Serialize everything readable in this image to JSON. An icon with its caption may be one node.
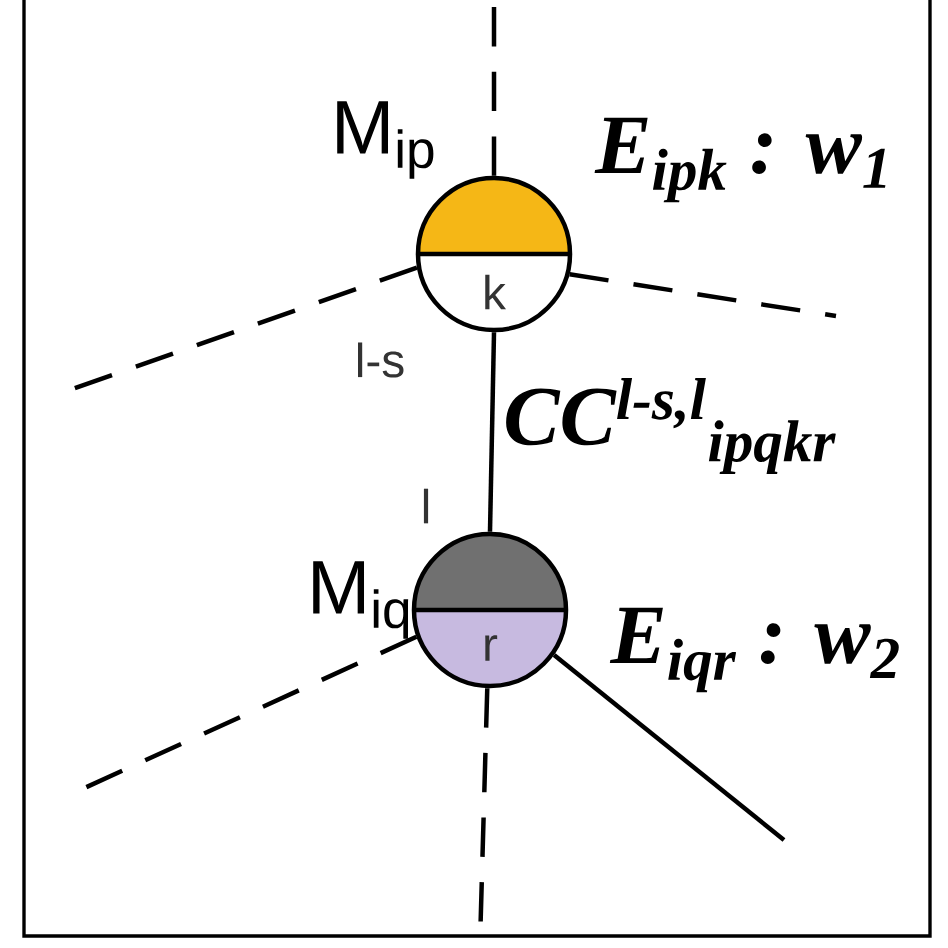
{
  "diagram": {
    "nodes": [
      {
        "text": [
          "k"
        ],
        "beside": [
          "M$_{ip}$",
          "E$_{ipk}$ : w$_{1}$"
        ]
      },
      {
        "text": [
          "r"
        ],
        "beside": [
          "M$_{iq}$",
          "E$_{iqr}$ : w$_{2}$"
        ]
      }
    ],
    "edges": [
      {
        "from": 0,
        "to": 1,
        "arrow": "none",
        "label": "CC$^{l-s,l}$$_{ipqkr}$"
      },
      {
        "from": 0,
        "to": null,
        "arrow": "none",
        "style": "dashed"
      },
      {
        "from": 0,
        "to": null,
        "arrow": "none",
        "style": "dashed"
      },
      {
        "from": 0,
        "to": null,
        "arrow": "none",
        "style": "dashed"
      },
      {
        "from": 1,
        "to": null,
        "arrow": "none",
        "style": "dashed"
      },
      {
        "from": 1,
        "to": null,
        "arrow": "none",
        "style": "dashed"
      },
      {
        "from": 1,
        "to": null,
        "arrow": "none"
      }
    ],
    "labels": [
      "l-s",
      "l"
    ]
  }
}
